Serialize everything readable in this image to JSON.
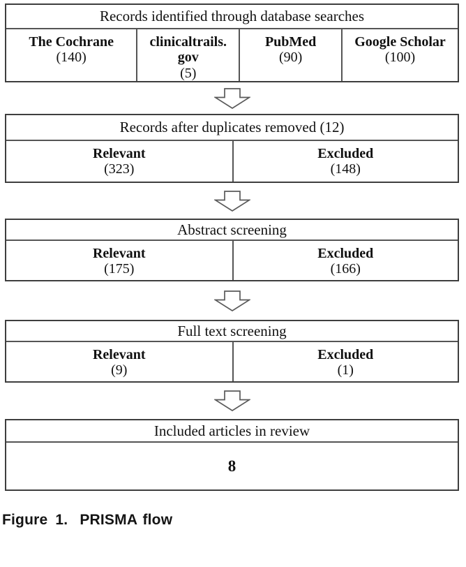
{
  "palette": {
    "background": "#ffffff",
    "box_border": "#3e3e3e",
    "inner_divider": "#555555",
    "arrow_stroke": "#5a5a5a",
    "text": "#111111"
  },
  "icons": {
    "flow_connector": "down-block-arrow-icon"
  },
  "identification": {
    "title": "Records identified through database searches",
    "sources": [
      {
        "name": "The Cochrane",
        "count": "(140)"
      },
      {
        "name": "clinicaltrails. gov",
        "count": "(5)"
      },
      {
        "name": "PubMed",
        "count": "(90)"
      },
      {
        "name": "Google Scholar",
        "count": "(100)"
      }
    ]
  },
  "stages": [
    {
      "title": "Records after duplicates removed (12)",
      "cells": [
        {
          "label": "Relevant",
          "count": "(323)"
        },
        {
          "label": "Excluded",
          "count": "(148)"
        }
      ]
    },
    {
      "title": "Abstract screening",
      "cells": [
        {
          "label": "Relevant",
          "count": "(175)"
        },
        {
          "label": "Excluded",
          "count": "(166)"
        }
      ]
    },
    {
      "title": "Full text screening",
      "cells": [
        {
          "label": "Relevant",
          "count": "(9)"
        },
        {
          "label": "Excluded",
          "count": "(1)"
        }
      ]
    }
  ],
  "included": {
    "title": "Included articles in review",
    "value": "8"
  },
  "caption": {
    "label": "Figure 1.",
    "title": "PRISMA flow"
  }
}
